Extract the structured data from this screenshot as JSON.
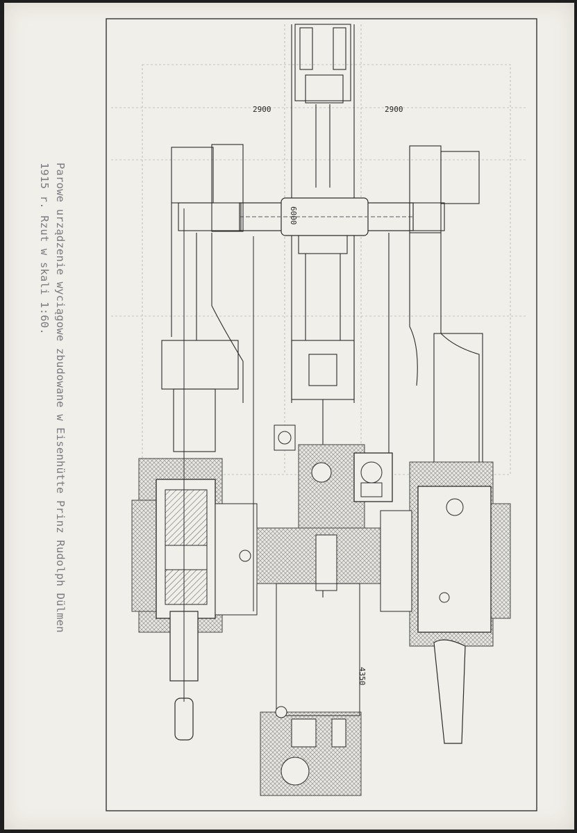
{
  "caption": {
    "line1": "Parowe urządzenie wyciągowe zbudowane w Eisenhütte Prinz Rudolph Dülmen",
    "line2": "1915 r. Rzut w skali 1:60."
  },
  "dimensions": {
    "left_width": "2900",
    "right_width": "2900",
    "drum_diameter": "6000",
    "lower_length": "4350"
  },
  "colors": {
    "paper": "#f1efe9",
    "ink": "#2a2a2a",
    "caption": "#7a7a80",
    "background": "#1e1e1e"
  }
}
